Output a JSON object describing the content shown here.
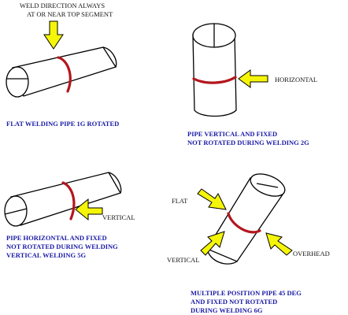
{
  "colors": {
    "weld": "#b3161d",
    "arrow_fill": "#f5f50a",
    "caption": "#1a1aa6",
    "label": "#111111",
    "outline": "#000000"
  },
  "panels": {
    "flat_1g": {
      "note_line1": "WELD DIRECTION ALWAYS",
      "note_line2": "AT OR NEAR TOP SEGMENT",
      "caption_line1": "FLAT WELDING PIPE 1G ROTATED"
    },
    "vertical_2g": {
      "label": "HORIZONTAL",
      "caption_line1": "PIPE VERTICAL AND FIXED",
      "caption_line2": "NOT ROTATED DURING WELDING 2G"
    },
    "horizontal_5g": {
      "label": "VERTICAL",
      "caption_line1": "PIPE HORIZONTAL AND FIXED",
      "caption_line2": "NOT ROTATED DURING WELDING",
      "caption_line3": "VERTICAL WELDING 5G"
    },
    "multi_6g": {
      "label_flat": "FLAT",
      "label_vertical": "VERTICAL",
      "label_overhead": "OVERHEAD",
      "caption_line1": "MULTIPLE POSITION PIPE 45 DEG",
      "caption_line2": "AND FIXED NOT ROTATED",
      "caption_line3": "DURING WELDING 6G"
    }
  },
  "icons": [
    "yellow-arrow-icon",
    "pipe-cross-section-icon"
  ]
}
